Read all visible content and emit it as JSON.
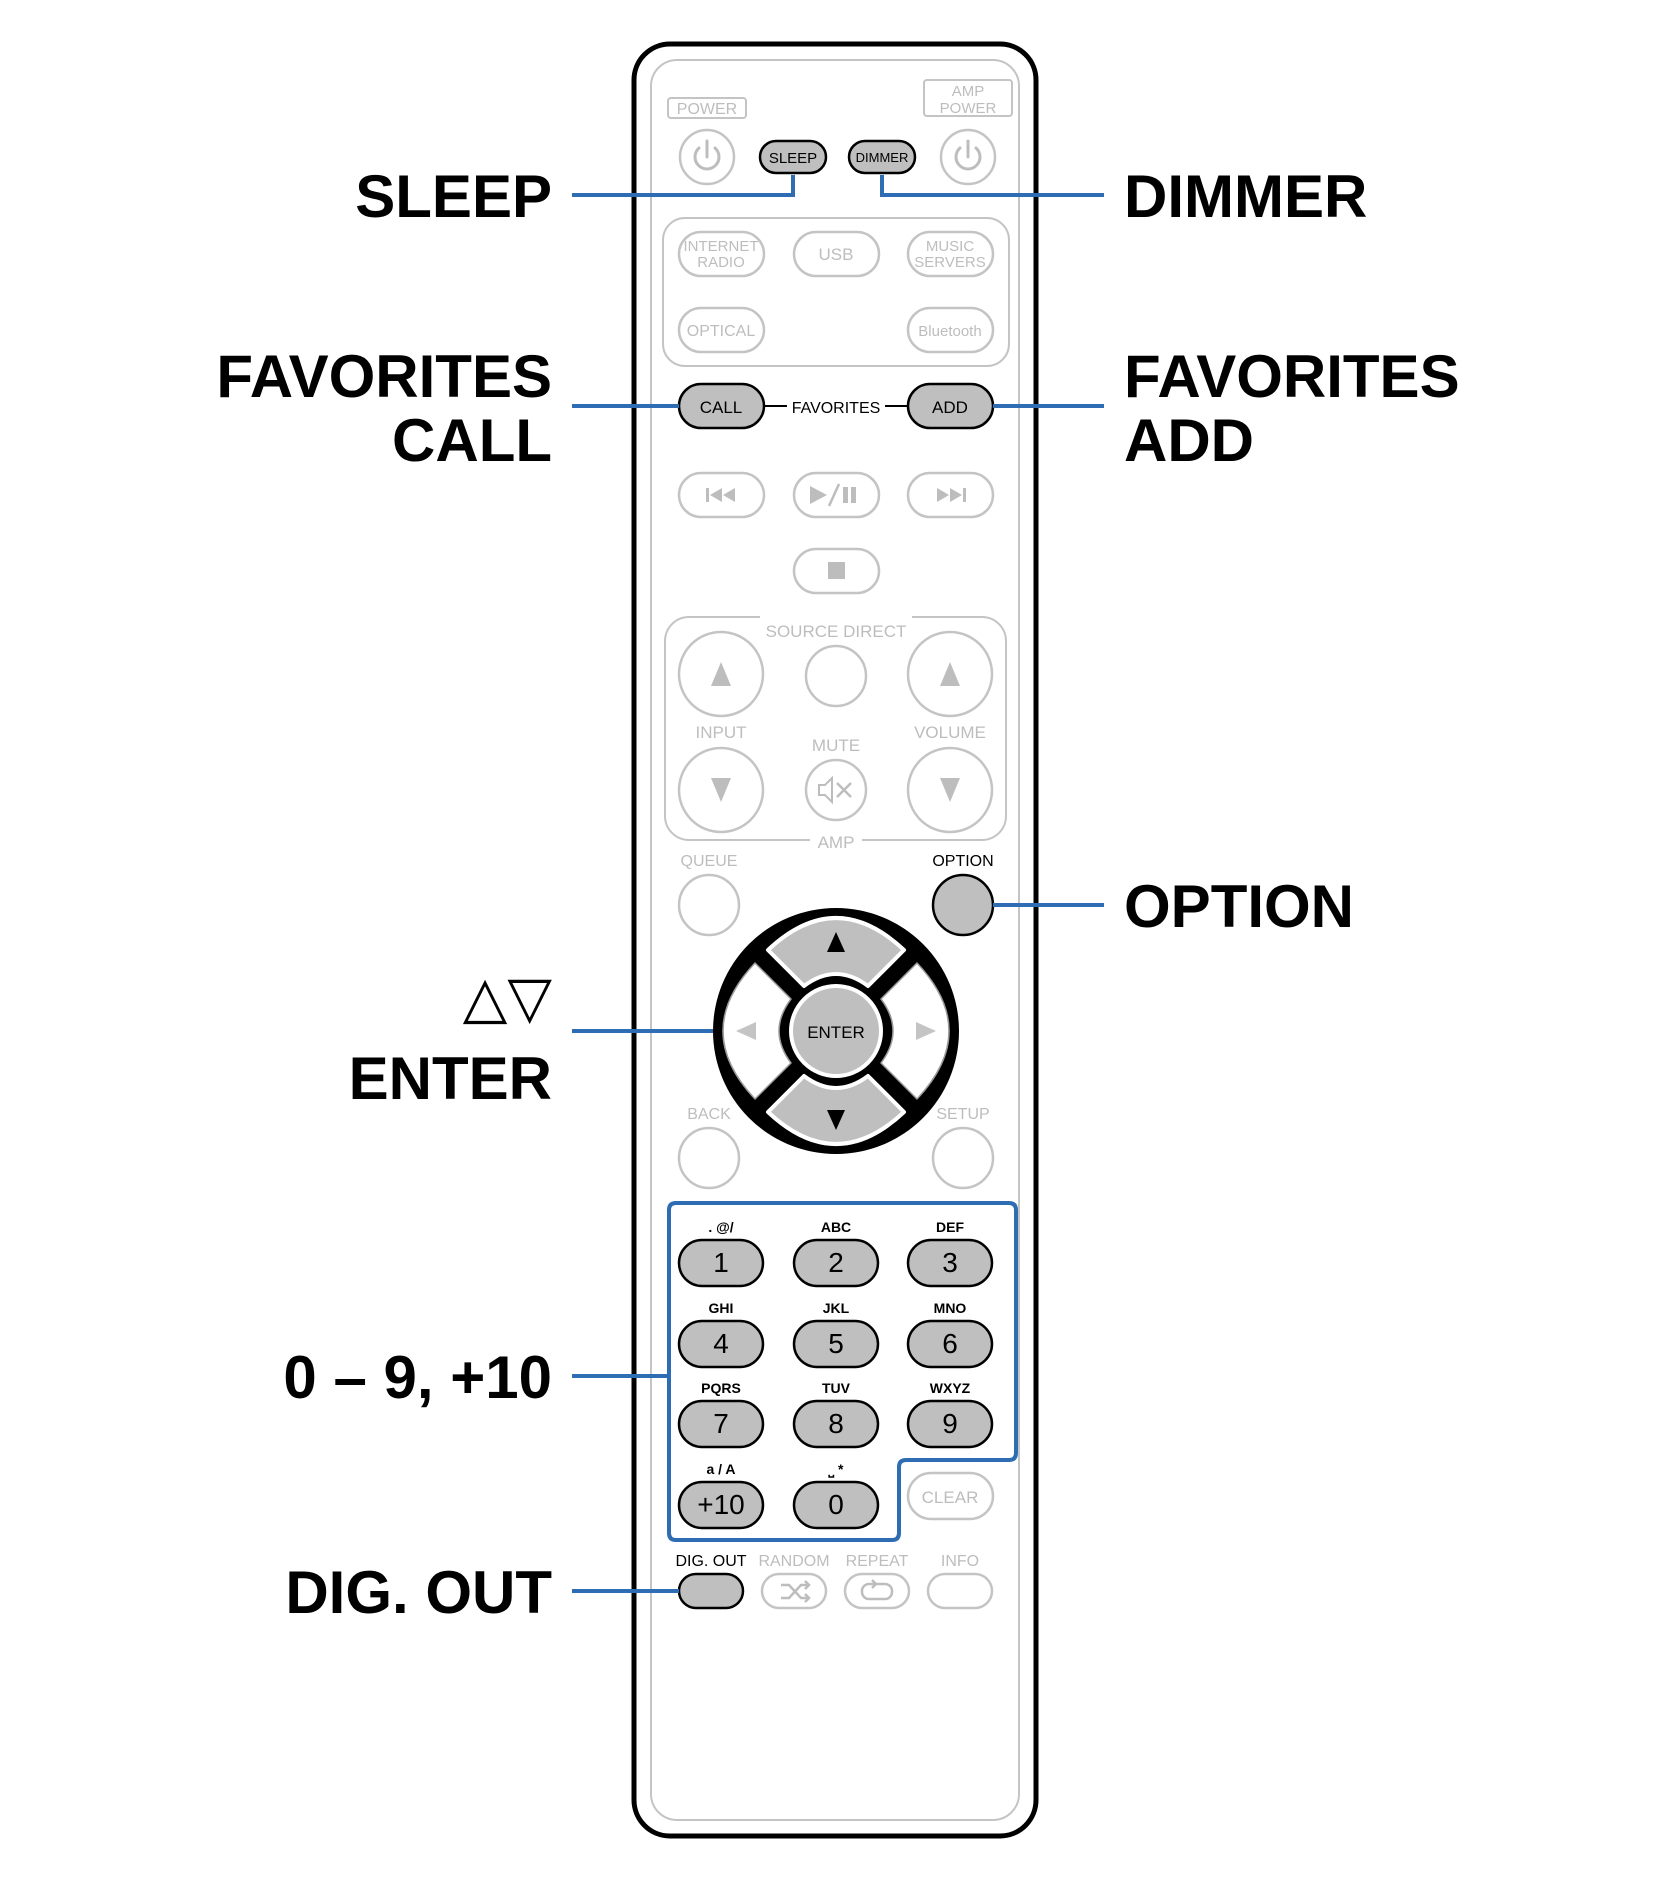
{
  "colors": {
    "accent_blue": "#2e6db4",
    "active_button_fill": "#bfbfbf",
    "inactive_outline": "#c4c4c4",
    "inactive_text": "#bdbdbd",
    "body_outline": "#000000"
  },
  "callouts": {
    "sleep": "SLEEP",
    "dimmer": "DIMMER",
    "favorites_call_line1": "FAVORITES",
    "favorites_call_line2": "CALL",
    "favorites_add_line1": "FAVORITES",
    "favorites_add_line2": "ADD",
    "option": "OPTION",
    "arrows": "△▽",
    "enter": "ENTER",
    "digits": "0 – 9, +10",
    "dig_out": "DIG. OUT"
  },
  "remote": {
    "power_label": "POWER",
    "amp_power_label_line1": "AMP",
    "amp_power_label_line2": "POWER",
    "sleep_button": "SLEEP",
    "dimmer_button": "DIMMER",
    "internet_radio_line1": "INTERNET",
    "internet_radio_line2": "RADIO",
    "usb": "USB",
    "music_servers_line1": "MUSIC",
    "music_servers_line2": "SERVERS",
    "optical": "OPTICAL",
    "bluetooth": "Bluetooth",
    "call_button": "CALL",
    "favorites_label": "FAVORITES",
    "add_button": "ADD",
    "source_direct": "SOURCE DIRECT",
    "input": "INPUT",
    "mute": "MUTE",
    "volume": "VOLUME",
    "amp": "AMP",
    "queue": "QUEUE",
    "option_label": "OPTION",
    "enter_button": "ENTER",
    "back": "BACK",
    "setup": "SETUP",
    "clear": "CLEAR",
    "dig_out_label": "DIG. OUT",
    "random": "RANDOM",
    "repeat": "REPEAT",
    "info": "INFO",
    "keypad": [
      {
        "digit": "1",
        "letters": ". @/"
      },
      {
        "digit": "2",
        "letters": "ABC"
      },
      {
        "digit": "3",
        "letters": "DEF"
      },
      {
        "digit": "4",
        "letters": "GHI"
      },
      {
        "digit": "5",
        "letters": "JKL"
      },
      {
        "digit": "6",
        "letters": "MNO"
      },
      {
        "digit": "7",
        "letters": "PQRS"
      },
      {
        "digit": "8",
        "letters": "TUV"
      },
      {
        "digit": "9",
        "letters": "WXYZ"
      },
      {
        "digit": "+10",
        "letters": "a / A"
      },
      {
        "digit": "0",
        "letters": "⎵ *"
      }
    ]
  }
}
